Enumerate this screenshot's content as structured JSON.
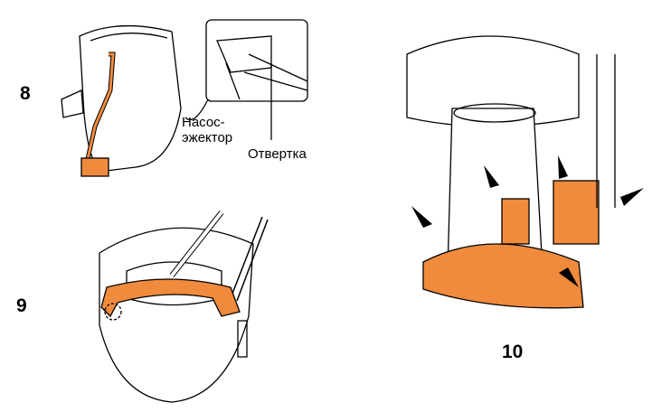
{
  "steps": {
    "s8": "8",
    "s9": "9",
    "s10": "10"
  },
  "labels": {
    "pump_line1": "Насос-",
    "pump_line2": "эжектор",
    "screwdriver": "Отвертка"
  },
  "colors": {
    "accent": "#f08a3c",
    "line": "#000000"
  }
}
